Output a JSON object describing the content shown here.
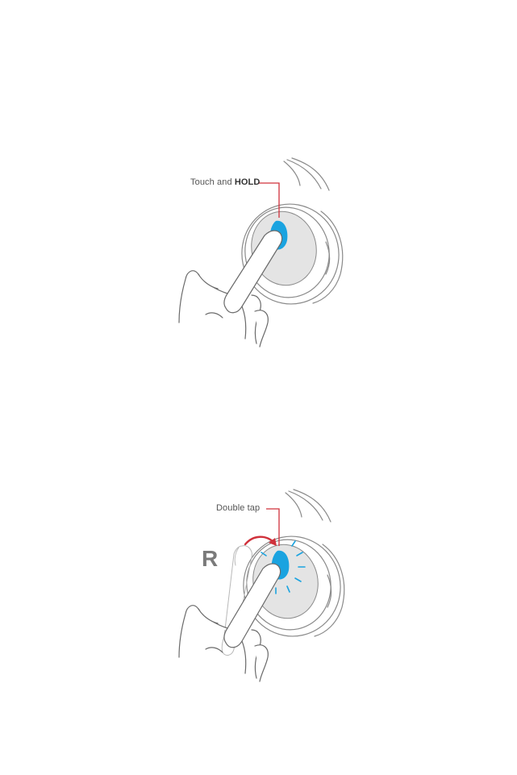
{
  "figures": {
    "hold": {
      "label_prefix": "Touch and ",
      "label_emphasis": "HOLD"
    },
    "double_tap": {
      "label": "Double tap",
      "side_letter": "R"
    }
  },
  "colors": {
    "touch_highlight": "#1aa3e0",
    "callout_line": "#d0313b",
    "pad_fill": "#e4e4e4",
    "outline": "#8a8a8a"
  },
  "icons": {
    "hold": "finger-press-icon",
    "double_tap": "finger-double-tap-icon"
  }
}
